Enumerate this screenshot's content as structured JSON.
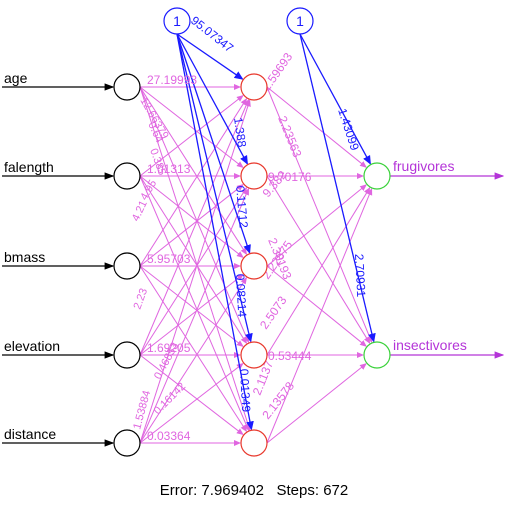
{
  "inputs": [
    "age",
    "falength",
    "bmass",
    "elevation",
    "distance"
  ],
  "outputs": [
    "frugivores",
    "insectivores"
  ],
  "bias_label": "1",
  "hidden_count": 5,
  "weights": {
    "bias1_to_hidden": [
      "95.07347",
      "1.388",
      "0.11712",
      "0.08214",
      "0.01349"
    ],
    "input_to_hidden_visible": [
      "27.19993",
      "1.01313",
      "5.95703",
      "1.69205",
      "0.03364"
    ],
    "input_to_hidden_extra": [
      "12.66379",
      "0.64",
      "4.95",
      "4.21",
      "2.23",
      "0.46853",
      "0.16142",
      "1.53884",
      "0.385"
    ],
    "hidden_to_output": [
      "2.59693",
      "9.70176",
      "9.382",
      "2.22875",
      "0.53444",
      "2.13578",
      "2.23563",
      "2.30193",
      "2.5073",
      "2.1137"
    ],
    "bias2_to_output": [
      "1.43099",
      "2.70931"
    ]
  },
  "footer": "Error: 7.969402   Steps: 672",
  "colors": {
    "input_node": "#000000",
    "hidden_node": "#e8382c",
    "output_node": "#3ad13a",
    "bias_node": "#1a1aff",
    "weight_line": "#e066e0",
    "bias_line": "#1a1aff",
    "output_arrow": "#b434d8"
  }
}
